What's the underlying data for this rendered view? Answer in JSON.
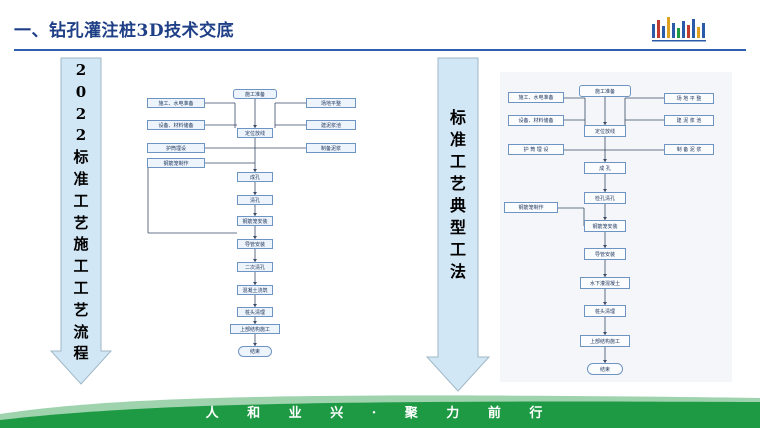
{
  "slide": {
    "title": "一、钻孔灌注桩3D技术交底",
    "footer": "人 和 业 兴 · 聚 力 前 行",
    "accent_color": "#2e5fb0",
    "footer_color": "#1e9a45",
    "arrow_color": "#d2e7f5"
  },
  "left_banner": {
    "chars": [
      "2",
      "0",
      "2",
      "2",
      "标",
      "准",
      "工",
      "艺",
      "施",
      "工",
      "工",
      "艺",
      "流",
      "程"
    ]
  },
  "middle_banner": {
    "chars": [
      "标",
      "准",
      "工",
      "艺",
      "典",
      "型",
      "工",
      "法"
    ]
  },
  "flow1": {
    "start": "施工准备",
    "side_left": [
      "施工、水电准备",
      "设备、材料储备",
      "护筒埋设",
      "钢筋笼制作"
    ],
    "side_right": [
      "场地平整",
      "建泥浆池",
      "制备泥浆"
    ],
    "main": [
      "定位放线",
      "成孔",
      "清孔",
      "钢筋笼安装",
      "导管安装",
      "二次清孔",
      "混凝土浇筑",
      "桩头清理",
      "上部结构施工"
    ],
    "end": "结束"
  },
  "flow2": {
    "start": "施工准备",
    "side_left": [
      "施工、水电准备",
      "设备、材料储备",
      "护 筒 埋 设",
      "钢筋笼制作"
    ],
    "side_right": [
      "场 地 平 整",
      "建 泥 浆 池",
      "制 备 泥 浆"
    ],
    "main": [
      "定位放线",
      "成 孔",
      "检孔清孔",
      "钢筋笼安装",
      "导管安装",
      "水下灌混凝土",
      "桩头清理",
      "上部结构施工"
    ],
    "end": "结束"
  }
}
